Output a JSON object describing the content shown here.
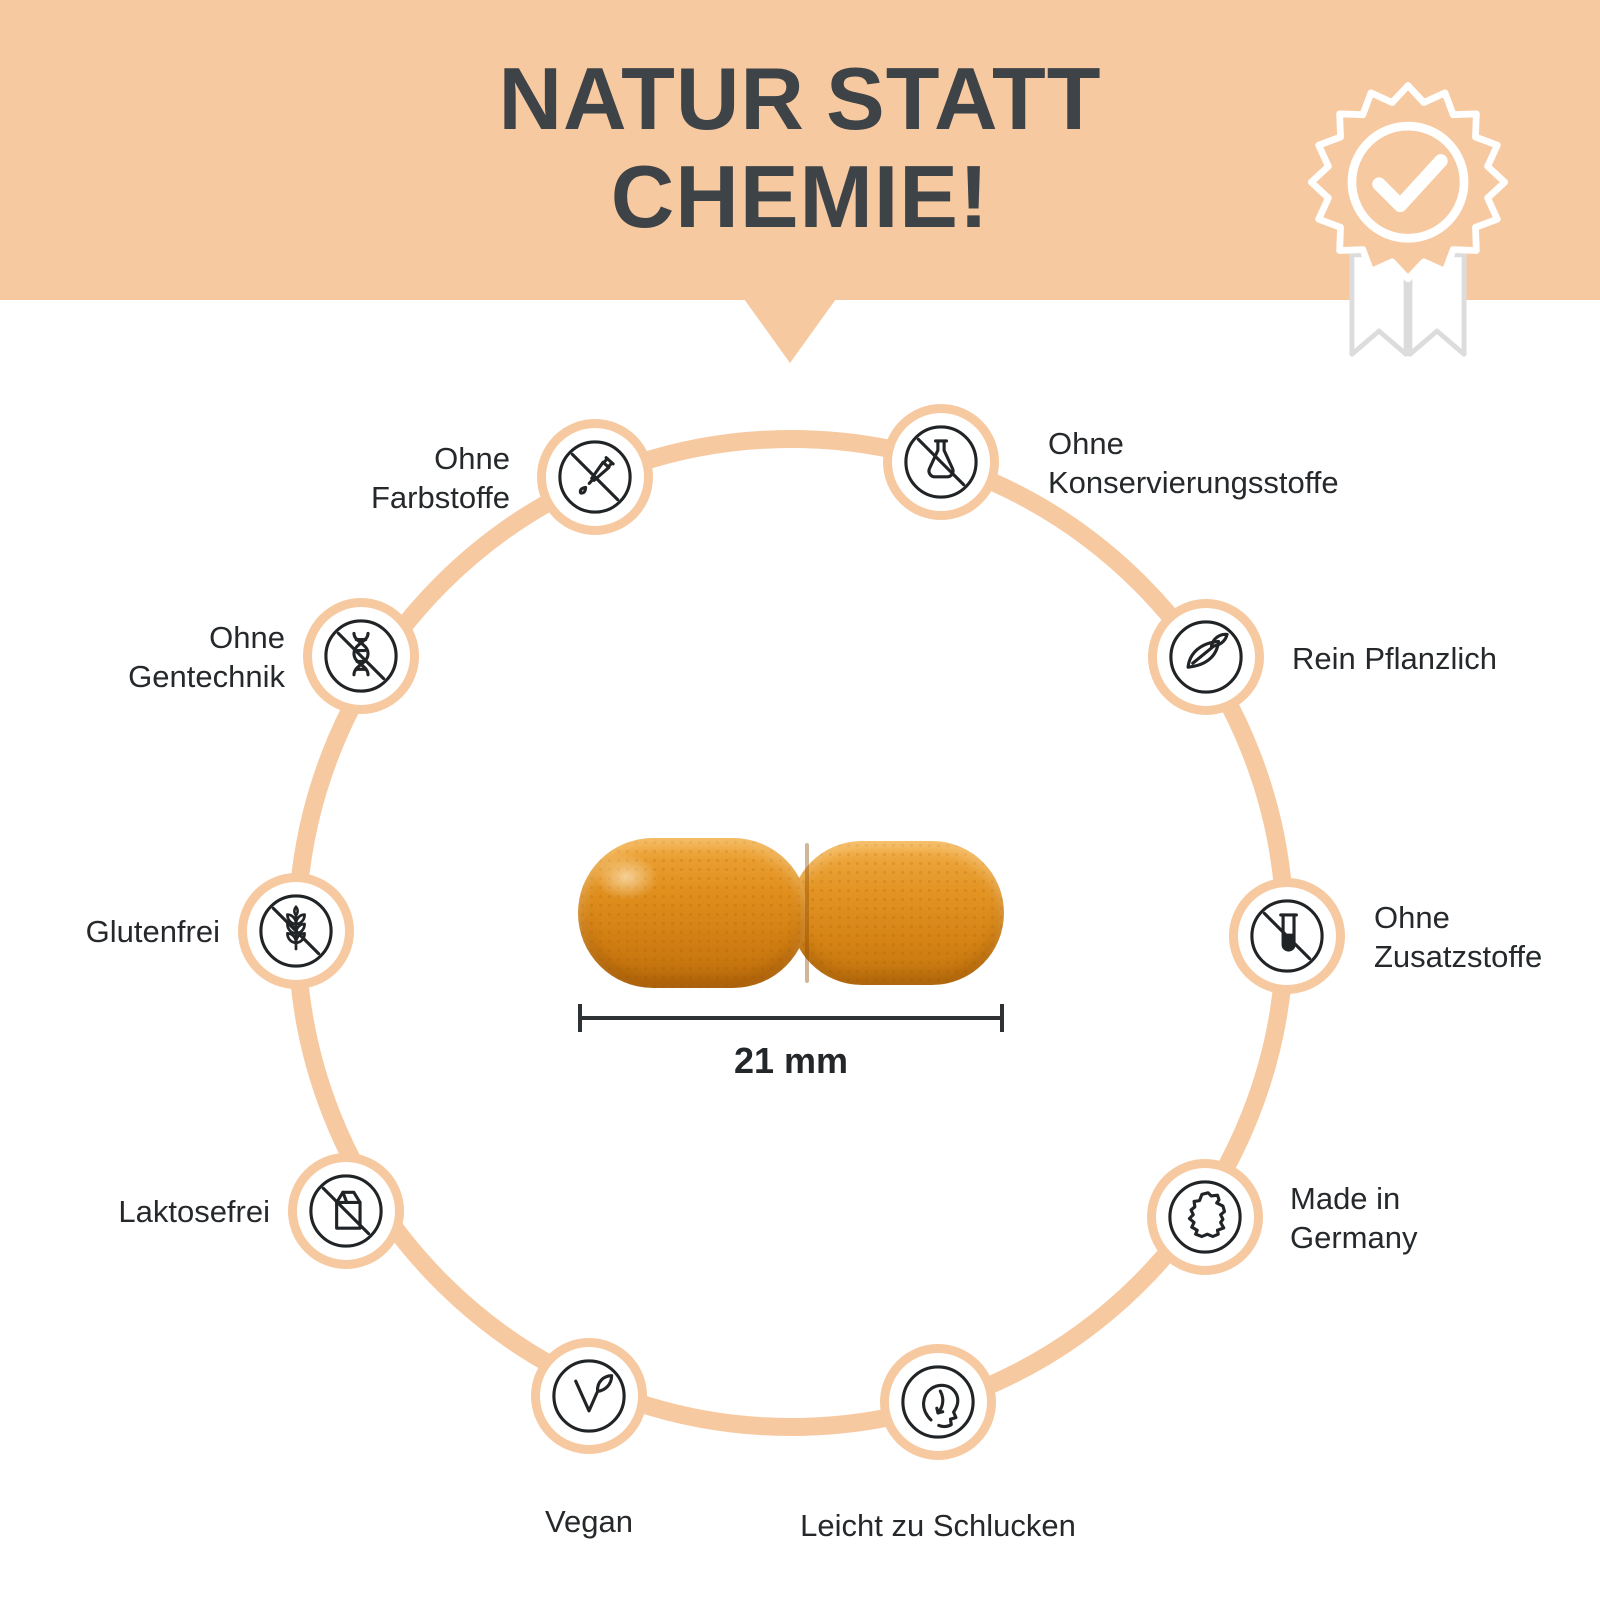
{
  "colors": {
    "band": "#F7C9A0",
    "ring": "#F7C9A0",
    "title": "#3E4347",
    "label": "#26292B",
    "icon_stroke": "#212426",
    "capsule_light": "#F0A83C",
    "capsule_dark": "#C3740E"
  },
  "header": {
    "title": {
      "line1_bold": "NATUR",
      "line1_regular": "STATT",
      "line2_bold": "CHEMIE!"
    },
    "seal_icon": "award-check-seal"
  },
  "capsule": {
    "measurement_label": "21 mm"
  },
  "features": [
    {
      "label": "Ohne\nFarbstoffe",
      "icon": "no-dropper"
    },
    {
      "label": "Ohne\nKonservierungsstoffe",
      "icon": "no-flask"
    },
    {
      "label": "Rein Pflanzlich",
      "icon": "leaves"
    },
    {
      "label": "Ohne\nZusatzstoffe",
      "icon": "no-testtube"
    },
    {
      "label": "Made in\nGermany",
      "icon": "germany-map"
    },
    {
      "label": "Leicht zu Schlucken",
      "icon": "swallow-head"
    },
    {
      "label": "Vegan",
      "icon": "vegan-v-leaf"
    },
    {
      "label": "Laktosefrei",
      "icon": "no-milk"
    },
    {
      "label": "Glutenfrei",
      "icon": "no-wheat"
    },
    {
      "label": "Ohne\nGentechnik",
      "icon": "no-dna"
    }
  ]
}
